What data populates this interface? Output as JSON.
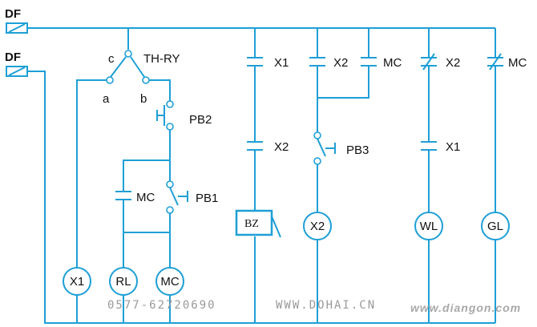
{
  "breakers": {
    "top": "DF",
    "bottom": "DF"
  },
  "selector": {
    "name": "TH-RY",
    "common": "c",
    "pos_a": "a",
    "pos_b": "b"
  },
  "contacts": {
    "pb2": "PB2",
    "pb1": "PB1",
    "mc_hold": "MC",
    "x1_a": "X1",
    "x2_a": "X2",
    "x2_b": "X2",
    "mc_b": "MC",
    "pb3": "PB3",
    "x2_nc": "X2",
    "x1_b": "X1",
    "mc_nc": "MC"
  },
  "loads": {
    "x1": "X1",
    "rl": "RL",
    "mc": "MC",
    "bz": "BZ",
    "x2": "X2",
    "wl": "WL",
    "gl": "GL"
  },
  "watermarks": {
    "phone": "0577-62720690",
    "site1": "WWW.DOHAI.CN",
    "site2": "www.diangon.com"
  },
  "colors": {
    "wire": "#1e9fd6",
    "text": "#111111",
    "watermark": "#9a9a9a"
  }
}
